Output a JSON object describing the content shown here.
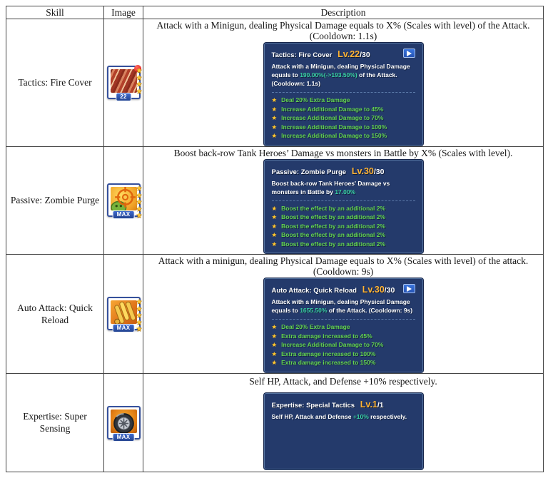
{
  "table": {
    "headers": {
      "skill": "Skill",
      "image": "Image",
      "description": "Description"
    },
    "rows": [
      {
        "skill": "Tactics: Fire Cover",
        "description": "Attack with a Minigun, dealing Physical Damage equals to X% (Scales with level) of the Attack. (Cooldown: 1.1s)",
        "icon": {
          "name": "minigun-barrels-icon",
          "level_badge": "22",
          "stars": 4,
          "has_red_dot": true
        },
        "tooltip": {
          "title": "Tactics: Fire Cover",
          "level": "Lv.22",
          "level_max": "/30",
          "has_play": true,
          "desc_prefix": "Attack with a Minigun, dealing Physical Damage equals to ",
          "desc_value": "190.00%(->193.50%)",
          "desc_suffix": " of the Attack. (Cooldown: 1.1s)",
          "bullets": [
            "Deal 20% Extra Damage",
            "Increase Additional Damage to 45%",
            "Increase Additional Damage to 70%",
            "Increase Additional Damage to 100%",
            "Increase Additional Damage to 150%"
          ]
        }
      },
      {
        "skill": "Passive: Zombie Purge",
        "description": "Boost back-row Tank Heroes’ Damage vs monsters in Battle by X% (Scales with level).",
        "icon": {
          "name": "crosshair-zombie-icon",
          "level_badge": "MAX",
          "stars": 5,
          "has_red_dot": false
        },
        "tooltip": {
          "title": "Passive: Zombie Purge",
          "level": "Lv.30",
          "level_max": "/30",
          "has_play": false,
          "desc_prefix": "Boost back-row Tank Heroes' Damage vs monsters in Battle by ",
          "desc_value": "17.00%",
          "desc_suffix": "",
          "bullets": [
            "Boost the effect by an additional 2%",
            "Boost the effect by an additional 2%",
            "Boost the effect by an additional 2%",
            "Boost the effect by an additional 2%",
            "Boost the effect by an additional 2%"
          ]
        }
      },
      {
        "skill": "Auto Attack: Quick Reload",
        "description": "Attack with a minigun, dealing Physical Damage equals to X% (Scales with level) of the attack. (Cooldown: 9s)",
        "icon": {
          "name": "ammo-bullets-icon",
          "level_badge": "MAX",
          "stars": 5,
          "has_red_dot": false
        },
        "tooltip": {
          "title": "Auto Attack: Quick Reload",
          "level": "Lv.30",
          "level_max": "/30",
          "has_play": true,
          "desc_prefix": "Attack with a Minigun, dealing Physical Damage equals to ",
          "desc_value": "1655.50%",
          "desc_suffix": " of the Attack. (Cooldown: 9s)",
          "bullets": [
            "Deal 20% Extra Damage",
            "Extra damage increased to 45%",
            "Increase Additional Damage to 70%",
            "Extra damage increased to 100%",
            "Extra damage increased to 150%"
          ]
        }
      },
      {
        "skill": "Expertise: Super Sensing",
        "description": "Self HP, Attack, and Defense +10% respectively.",
        "icon": {
          "name": "tire-wheel-icon",
          "level_badge": "MAX",
          "stars": 0,
          "has_red_dot": false
        },
        "tooltip": {
          "title": "Expertise: Special Tactics",
          "level": "Lv.1",
          "level_max": "/1",
          "has_play": false,
          "desc_prefix": "Self HP, Attack and Defense ",
          "desc_value": "+10%",
          "desc_suffix": " respectively.",
          "bullets": []
        }
      }
    ]
  },
  "colors": {
    "tooltip_bg": "#243a6b",
    "tooltip_border": "#54739f",
    "level_orange": "#ffb335",
    "value_green": "#38d1a2",
    "bullet_green": "#63d44e",
    "star_gold": "#ffc832",
    "badge_blue": "#2c55b0"
  }
}
